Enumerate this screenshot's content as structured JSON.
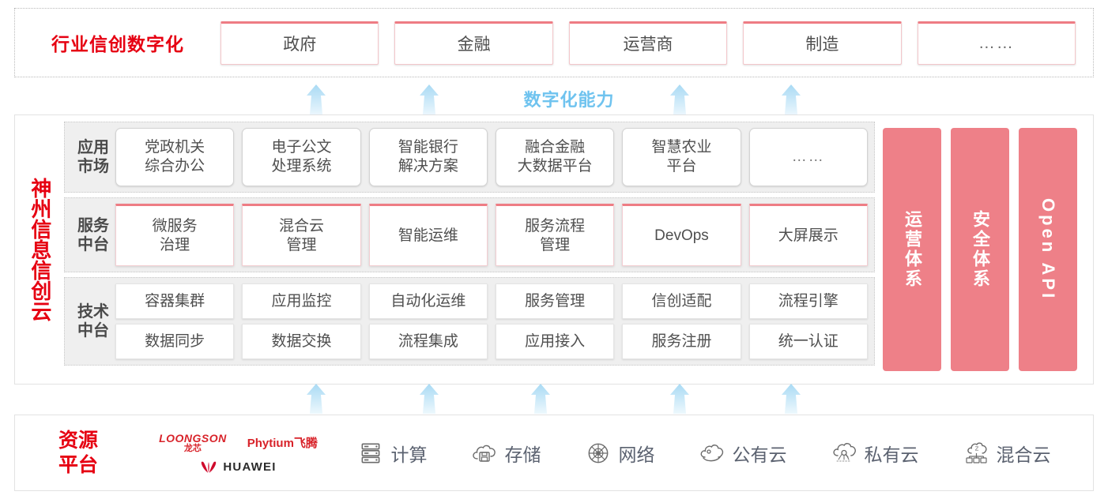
{
  "industry": {
    "title": "行业信创数字化",
    "cards": [
      {
        "label": "政府"
      },
      {
        "label": "金融"
      },
      {
        "label": "运营商"
      },
      {
        "label": "制造"
      },
      {
        "label": "……"
      }
    ]
  },
  "capability": {
    "label": "数字化能力",
    "arrow_count_top": 4,
    "arrow_count_bottom": 5,
    "arrow_color": "#BFE3F7"
  },
  "cloud": {
    "brand": "神州信息信创云",
    "tiers": [
      {
        "label": "应用\n市场",
        "label_line1": "应用",
        "label_line2": "市场",
        "cards": [
          {
            "line1": "党政机关",
            "line2": "综合办公"
          },
          {
            "line1": "电子公文",
            "line2": "处理系统"
          },
          {
            "line1": "智能银行",
            "line2": "解决方案"
          },
          {
            "line1": "融合金融",
            "line2": "大数据平台"
          },
          {
            "line1": "智慧农业",
            "line2": "平台"
          },
          {
            "line1": "……",
            "line2": ""
          }
        ]
      },
      {
        "label_line1": "服务",
        "label_line2": "中台",
        "cards": [
          {
            "line1": "微服务",
            "line2": "治理"
          },
          {
            "line1": "混合云",
            "line2": "管理"
          },
          {
            "line1": "智能运维",
            "line2": ""
          },
          {
            "line1": "服务流程",
            "line2": "管理"
          },
          {
            "line1": "DevOps",
            "line2": ""
          },
          {
            "line1": "大屏展示",
            "line2": ""
          }
        ]
      },
      {
        "label_line1": "技术",
        "label_line2": "中台",
        "rows": [
          [
            "容器集群",
            "应用监控",
            "自动化运维",
            "服务管理",
            "信创适配",
            "流程引擎"
          ],
          [
            "数据同步",
            "数据交换",
            "流程集成",
            "应用接入",
            "服务注册",
            "统一认证"
          ]
        ]
      }
    ],
    "pillars": [
      {
        "label": "运营体系",
        "orientation": "vertical"
      },
      {
        "label": "安全体系",
        "orientation": "vertical"
      },
      {
        "label": "Open API",
        "orientation": "vertical-latin"
      }
    ],
    "pillar_color": "#EE8088"
  },
  "resource": {
    "title_line1": "资源",
    "title_line2": "平台",
    "vendors": [
      {
        "name": "LOONGSON",
        "cn": "龙芯",
        "icon": "loongson-logo"
      },
      {
        "name": "Phytium飞腾",
        "icon": "phytium-logo"
      },
      {
        "name": "HUAWEI",
        "icon": "huawei-logo"
      }
    ],
    "items": [
      {
        "label": "计算",
        "icon": "server-icon"
      },
      {
        "label": "存储",
        "icon": "cloud-storage-icon"
      },
      {
        "label": "网络",
        "icon": "network-icon"
      },
      {
        "label": "公有云",
        "icon": "public-cloud-icon"
      },
      {
        "label": "私有云",
        "icon": "private-cloud-icon"
      },
      {
        "label": "混合云",
        "icon": "hybrid-cloud-icon"
      }
    ]
  },
  "colors": {
    "brand_red": "#E60012",
    "accent_pink": "#EE8088",
    "arrow_blue": "#BFE3F7",
    "tier_bg": "#EFEFEF"
  }
}
